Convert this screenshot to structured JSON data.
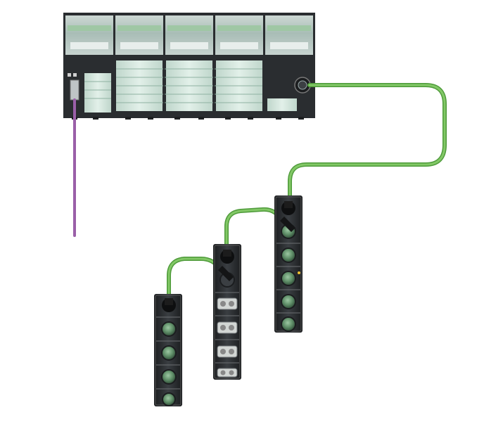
{
  "scene": {
    "background": "#ffffff",
    "controller": {
      "module_count": 5,
      "frame_color": "#2a2d30",
      "module_top_color": "#b9c8c2",
      "module_top_stripe": "#9fc7a4",
      "terminal_color": "#d4e8de",
      "port_icon": "m12-connector-icon"
    },
    "fieldbus_cable": {
      "color": "#9a5fa8",
      "icon": "profibus-cable-icon"
    },
    "ethernet_cable": {
      "color": "#79c15a",
      "outline": "#4e9a3a",
      "icon": "ethernet-cable-icon"
    },
    "io_modules": [
      {
        "name": "io-module-1",
        "ports": 5,
        "port_style": "m12-round",
        "status_led": "#f1c232"
      },
      {
        "name": "io-module-2",
        "ports": 5,
        "port_style": "dual-rect"
      },
      {
        "name": "io-module-3",
        "ports": 6,
        "port_style": "m12-round"
      }
    ]
  }
}
